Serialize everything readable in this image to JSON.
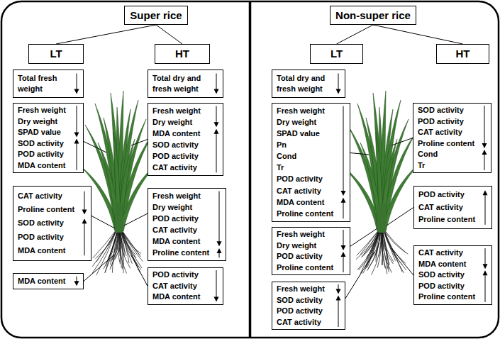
{
  "diagram": {
    "nodes": [
      {
        "text": [
          "Super rice"
        ]
      },
      {
        "text": [
          "LT"
        ]
      },
      {
        "text": [
          "HT"
        ]
      },
      {
        "text": [
          "Total fresh weight"
        ]
      },
      {
        "text": [
          "Total dry and fresh weight"
        ]
      },
      {
        "text": [
          "Fresh weight",
          "Dry weight",
          "SPAD value",
          "SOD activity",
          "POD activity",
          "MDA content"
        ]
      },
      {
        "text": [
          "Fresh weight",
          "Dry weight",
          "MDA content",
          "SOD activity",
          "POD activity",
          "CAT activity"
        ]
      },
      {
        "text": [
          "CAT activity",
          "Proline content",
          "SOD activity",
          "POD activity",
          "MDA content"
        ]
      },
      {
        "text": [
          "Fresh weight",
          "Dry weight",
          "POD activity",
          "CAT activity",
          "MDA content",
          "Proline content"
        ]
      },
      {
        "text": [
          "MDA content"
        ]
      },
      {
        "text": [
          "POD activity",
          "CAT activity",
          "MDA content"
        ]
      },
      {
        "text": [
          "Non-super rice"
        ]
      },
      {
        "text": [
          "LT"
        ]
      },
      {
        "text": [
          "HT"
        ]
      },
      {
        "text": [
          "Total dry and fresh weight"
        ]
      },
      {
        "text": [
          "Fresh weight",
          "Dry weight",
          "SPAD value",
          "Pn",
          "Cond",
          "Tr",
          "POD activity",
          "CAT activity",
          "MDA content",
          "Proline content"
        ]
      },
      {
        "text": [
          "SOD activity",
          "POD activity",
          "CAT activity",
          "Proline content",
          "Cond",
          "Tr"
        ]
      },
      {
        "text": [
          "Fresh weight",
          "Dry weight",
          "POD activity",
          "Proline content"
        ]
      },
      {
        "text": [
          "POD activity",
          "CAT activity",
          "Proline content"
        ]
      },
      {
        "text": [
          "Fresh weight",
          "SOD activity",
          "POD activity",
          "CAT activity"
        ]
      },
      {
        "text": [
          "CAT activity",
          "MDA content",
          "SOD activity",
          "POD activity",
          "Proline content"
        ]
      }
    ],
    "edges": [
      {
        "from": 0,
        "to": 1,
        "arrow": "none"
      },
      {
        "from": 0,
        "to": 2,
        "arrow": "none"
      },
      {
        "from": 11,
        "to": 12,
        "arrow": "none"
      },
      {
        "from": 11,
        "to": 13,
        "arrow": "none"
      }
    ]
  }
}
